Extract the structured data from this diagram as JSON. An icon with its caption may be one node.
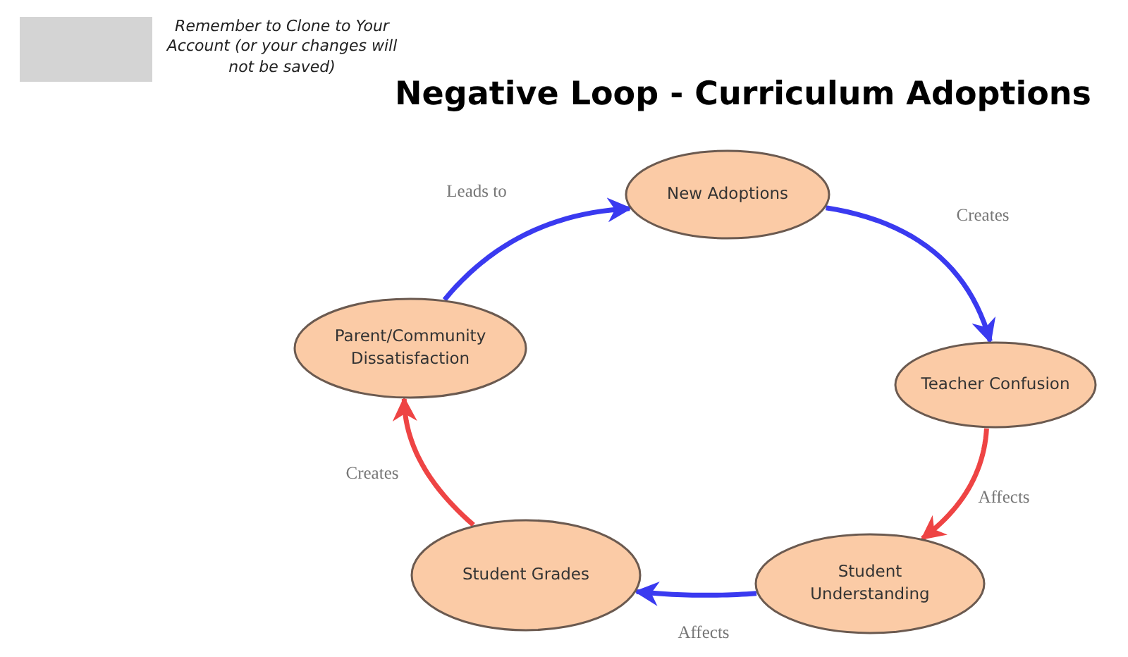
{
  "diagram": {
    "title": "Negative Loop - Curriculum Adoptions",
    "nodes": [
      {
        "text": [
          "New Adoptions"
        ]
      },
      {
        "text": [
          "Teacher Confusion"
        ]
      },
      {
        "text": [
          "Student Understanding"
        ]
      },
      {
        "text": [
          "Student Grades"
        ]
      },
      {
        "text": [
          "Parent/Community Dissatisfaction"
        ]
      }
    ],
    "edges": [
      {
        "from": 4,
        "to": 0,
        "arrow": "to",
        "label": "Leads to"
      },
      {
        "from": 0,
        "to": 1,
        "arrow": "to",
        "label": "Creates"
      },
      {
        "from": 1,
        "to": 2,
        "arrow": "to",
        "label": "Affects",
        "color": "#ee4444"
      },
      {
        "from": 2,
        "to": 3,
        "arrow": "to",
        "label": "Affects"
      },
      {
        "from": 3,
        "to": 4,
        "arrow": "to",
        "label": "Creates",
        "color": "#ee4444"
      }
    ],
    "labels": [
      "Remember to Clone to Your Account (or your changes will not be saved)"
    ]
  }
}
